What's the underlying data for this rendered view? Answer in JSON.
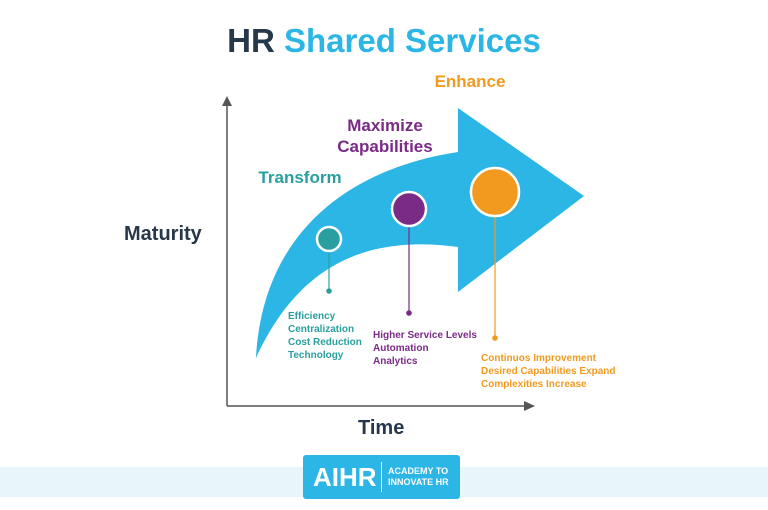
{
  "title": {
    "part1": "HR",
    "part2": "Shared Services"
  },
  "axes": {
    "y_label": "Maturity",
    "x_label": "Time"
  },
  "stages": [
    {
      "name": "Transform",
      "color": "#2a9fa0",
      "details": [
        "Efficiency",
        "Centralization",
        "Cost Reduction",
        "Technology"
      ]
    },
    {
      "name": "Maximize Capabilities",
      "name_line1": "Maximize",
      "name_line2": "Capabilities",
      "color": "#7a2b86",
      "details": [
        "Higher Service Levels",
        "Automation",
        "Analytics"
      ]
    },
    {
      "name": "Enhance",
      "color": "#f19a1f",
      "details": [
        "Continuos Improvement",
        "Desired Capabilities Expand",
        "Complexities Increase"
      ]
    }
  ],
  "colors": {
    "arrow": "#2bb6e6",
    "axis": "#555555",
    "dark_text": "#263849"
  },
  "logo": {
    "main": "AIHR",
    "sub_line1": "ACADEMY TO",
    "sub_line2": "INNOVATE HR"
  }
}
